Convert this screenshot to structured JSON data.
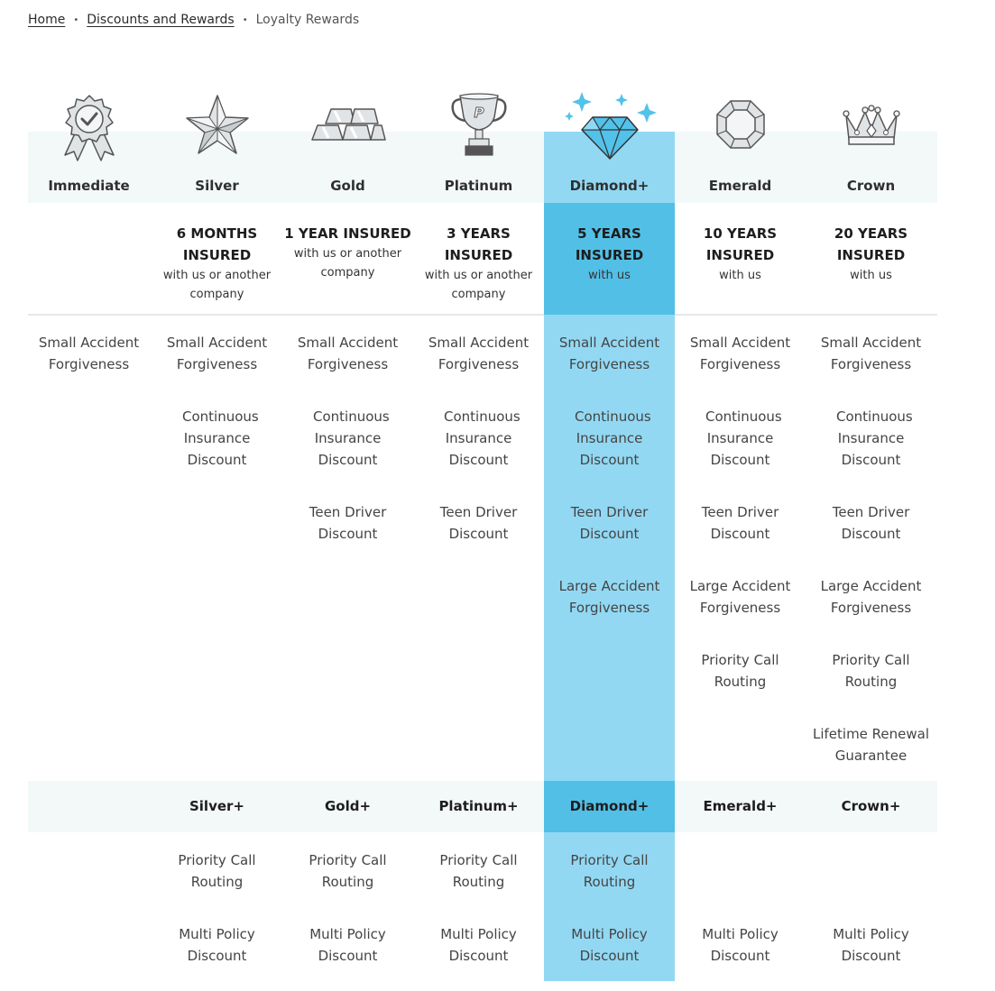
{
  "breadcrumb": {
    "home": "Home",
    "discounts": "Discounts and Rewards",
    "current": "Loyalty Rewards",
    "separator": "•"
  },
  "colors": {
    "band": "#f3f8f9",
    "diamond_light": "#92d8f3",
    "diamond_dark": "#52bfe6",
    "icon_stroke": "#555555",
    "icon_fill": "#e1e4e6",
    "diamond_icon": "#53c2ea"
  },
  "tiers": [
    {
      "name": "Immediate",
      "icon": "ribbon-badge-icon",
      "req_main": "",
      "req_sub": ""
    },
    {
      "name": "Silver",
      "icon": "star-icon",
      "req_main": "6 MONTHS INSURED",
      "req_sub": "with us or another company"
    },
    {
      "name": "Gold",
      "icon": "gold-bars-icon",
      "req_main": "1 YEAR INSURED",
      "req_sub": "with us or another company"
    },
    {
      "name": "Platinum",
      "icon": "trophy-icon",
      "req_main": "3 YEARS INSURED",
      "req_sub": "with us or another company"
    },
    {
      "name": "Diamond+",
      "icon": "diamond-icon",
      "req_main": "5 YEARS INSURED",
      "req_sub": "with us"
    },
    {
      "name": "Emerald",
      "icon": "emerald-gem-icon",
      "req_main": "10 YEARS INSURED",
      "req_sub": "with us"
    },
    {
      "name": "Crown",
      "icon": "crown-icon",
      "req_main": "20 YEARS INSURED",
      "req_sub": "with us"
    }
  ],
  "benefits": {
    "small_accident": "Small Accident Forgiveness",
    "continuous": "Continuous Insurance Discount",
    "teen_driver": "Teen Driver Discount",
    "large_accident": "Large Accident Forgiveness",
    "priority_call": "Priority Call Routing",
    "lifetime_renewal": "Lifetime Renewal Guarantee",
    "multi_policy": "Multi Policy Discount"
  },
  "plus_tiers": [
    "",
    "Silver+",
    "Gold+",
    "Platinum+",
    "Diamond+",
    "Emerald+",
    "Crown+"
  ]
}
